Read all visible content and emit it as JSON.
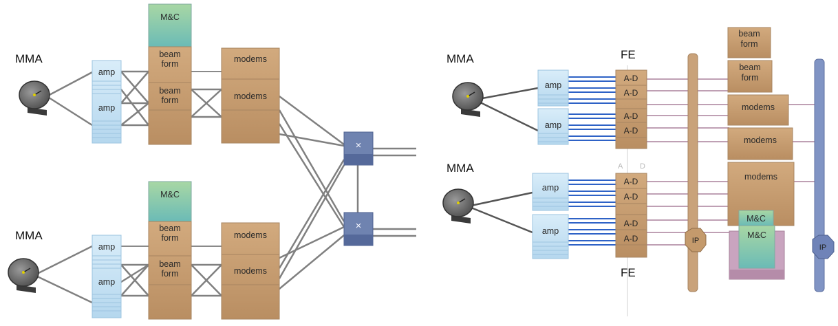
{
  "labels": {
    "mma": "MMA",
    "amp": "amp",
    "beam_form": [
      "beam",
      "form"
    ],
    "modems": "modems",
    "mc": "M&C",
    "cross": "×",
    "fe": "FE",
    "ad": "A-D",
    "ad_a": "A",
    "ad_d": "D",
    "ip": "IP"
  },
  "colors": {
    "amp": "#c6e2f5",
    "amp_stripe": "#a9cde8",
    "brown": "#c49a6c",
    "brown_dark": "#a98058",
    "mc": "#8fc8a8",
    "mc_top": "#a9d7a0",
    "switch": "#6f83b0",
    "blue_line": "#2e62c6",
    "pink_line": "#bfa0b4",
    "gray_line": "#7a7a7a",
    "bus_brown": "#c9a27a",
    "bus_blue": "#8094c4",
    "pink_base": "#c9a4bf"
  },
  "icons": [
    "dish-antenna-icon",
    "crossbar-switch-icon",
    "ip-router-icon"
  ]
}
